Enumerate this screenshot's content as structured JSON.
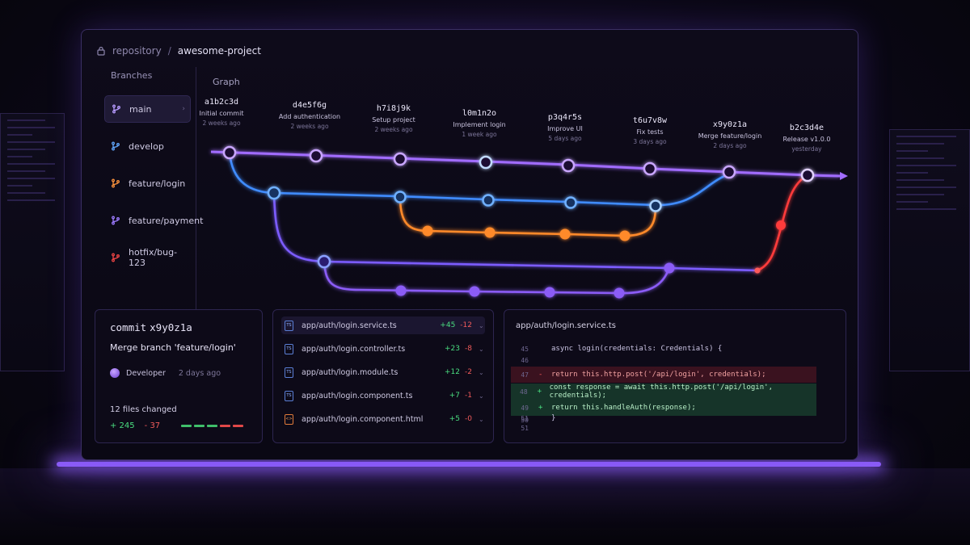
{
  "topbar": {
    "repo_label": "repository",
    "separator": "/",
    "project": "awesome-project"
  },
  "branches": {
    "title": "Branches",
    "items": [
      {
        "label": "main",
        "color": "#a78bfa"
      },
      {
        "label": "develop",
        "color": "#60a5fa"
      },
      {
        "label": "feature/login",
        "color": "#fb923c"
      },
      {
        "label": "feature/payment",
        "color": "#8b5cf6"
      },
      {
        "label": "hotfix/bug-123",
        "color": "#ef4444"
      }
    ]
  },
  "graph": {
    "title": "Graph",
    "commits": [
      {
        "hash": "a1b2c3d",
        "message": "Initial commit",
        "time": "2 weeks ago"
      },
      {
        "hash": "d4e5f6g",
        "message": "Add authentication",
        "time": "2 weeks ago"
      },
      {
        "hash": "h7i8j9k",
        "message": "Setup project",
        "time": "2 weeks ago"
      },
      {
        "hash": "l0m1n2o",
        "message": "Implement login",
        "time": "1 week ago"
      },
      {
        "hash": "p3q4r5s",
        "message": "Improve UI",
        "time": "5 days ago"
      },
      {
        "hash": "t6u7v8w",
        "message": "Fix tests",
        "time": "3 days ago"
      },
      {
        "hash": "x9y0z1a",
        "message": "Merge feature/login",
        "time": "2 days ago"
      },
      {
        "hash": "b2c3d4e",
        "message": "Release v1.0.0",
        "time": "yesterday"
      }
    ]
  },
  "commit_panel": {
    "prefix": "commit",
    "hash": "x9y0z1a",
    "message": "Merge branch 'feature/login'",
    "author": "Developer",
    "time": "2 days ago",
    "files_changed": "12 files changed",
    "additions": "+ 245",
    "deletions": "- 37"
  },
  "files": [
    {
      "name": "app/auth/login.service.ts",
      "icon": "TS",
      "add": "+45",
      "del": "-12"
    },
    {
      "name": "app/auth/login.controller.ts",
      "icon": "TS",
      "add": "+23",
      "del": "-8"
    },
    {
      "name": "app/auth/login.module.ts",
      "icon": "TS",
      "add": "+12",
      "del": "-2"
    },
    {
      "name": "app/auth/login.component.ts",
      "icon": "TS",
      "add": "+7",
      "del": "-1"
    },
    {
      "name": "app/auth/login.component.html",
      "icon": "<>",
      "add": "+5",
      "del": "-0"
    }
  ],
  "diff": {
    "title": "app/auth/login.service.ts",
    "lines": [
      {
        "ln": "45",
        "mk": "",
        "type": "plain",
        "code": "async login(credentials: Credentials) {"
      },
      {
        "ln": "46",
        "mk": "",
        "type": "plain",
        "code": ""
      },
      {
        "ln": "47",
        "mk": "-",
        "type": "removed",
        "code": "return this.http.post('/api/login', credentials);"
      },
      {
        "ln": "48",
        "mk": "+",
        "type": "added",
        "code": "const response = await this.http.post('/api/login', credentials);"
      },
      {
        "ln": "49",
        "mk": "+",
        "type": "added",
        "code": "return this.handleAuth(response);"
      },
      {
        "ln": "50",
        "mk": "",
        "type": "plain",
        "code": ""
      },
      {
        "ln": "51",
        "mk": "",
        "type": "plain",
        "code": "}"
      },
      {
        "ln": "51",
        "mk": "",
        "type": "plain",
        "code": ""
      }
    ]
  }
}
